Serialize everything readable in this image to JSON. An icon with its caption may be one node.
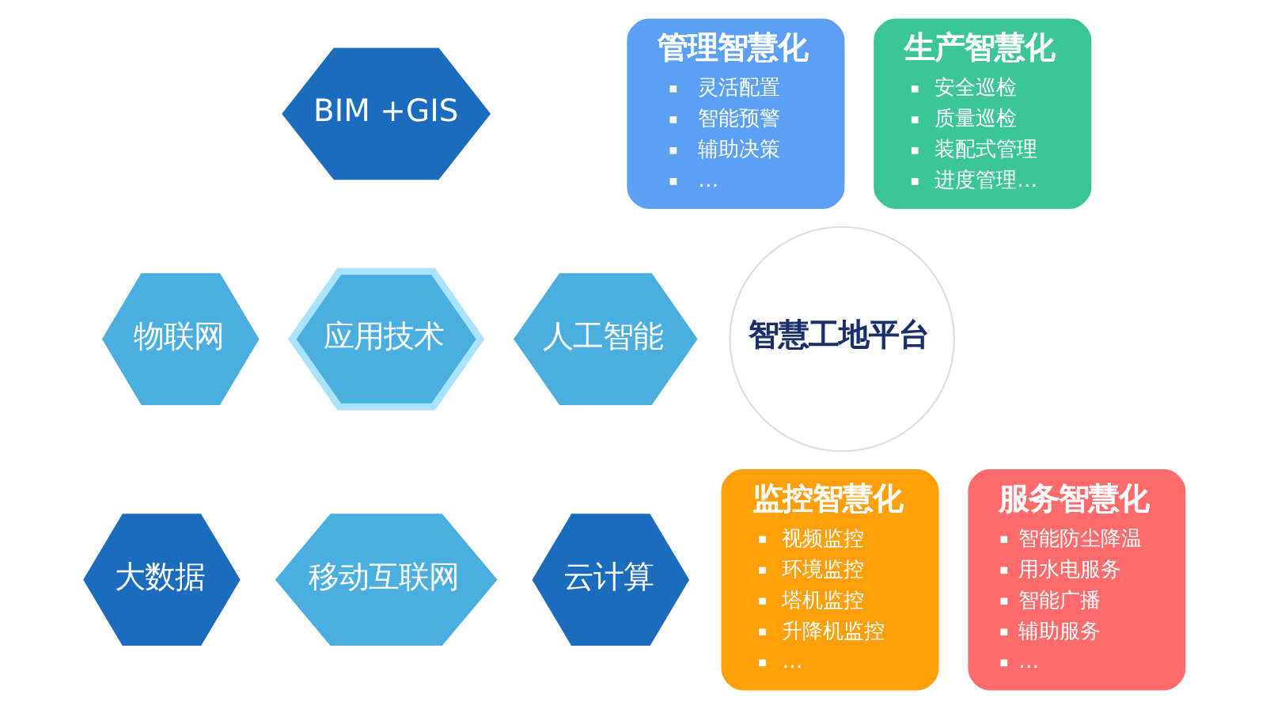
{
  "diagram": {
    "nodes": [
      {
        "text": [
          "BIM +GIS"
        ]
      },
      {
        "text": [
          "物联网"
        ]
      },
      {
        "text": [
          "人工智能"
        ]
      },
      {
        "text": [
          "应用技术"
        ]
      },
      {
        "text": [
          "大数据"
        ]
      },
      {
        "text": [
          "云计算"
        ]
      },
      {
        "text": [
          "移动互联网"
        ]
      },
      {
        "text": [
          "管理智慧化",
          "灵活配置",
          "智能预警",
          "辅助决策",
          "…"
        ]
      },
      {
        "text": [
          "生产智慧化",
          "安全巡检",
          "质量巡检",
          "装配式管理",
          "进度管理…"
        ]
      },
      {
        "text": [
          "智慧工地平台"
        ]
      },
      {
        "text": [
          "监控智慧化",
          "视频监控",
          "环境监控",
          "塔机监控",
          "升降机监控",
          "…"
        ]
      },
      {
        "text": [
          "服务智慧化",
          "智能防尘降温",
          "用水电服务",
          "智能广播",
          "辅助服务",
          "…"
        ]
      }
    ],
    "edges": []
  }
}
